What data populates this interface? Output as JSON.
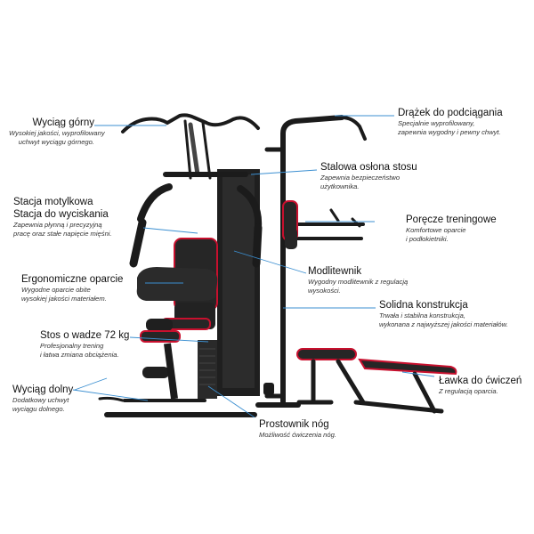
{
  "colors": {
    "frame": "#1b1b1b",
    "accent": "#c8102e",
    "leader": "#3b8fd1",
    "pad": "#262626"
  },
  "callouts": {
    "wyciag_gorny": {
      "title": "Wyciąg górny",
      "desc": [
        "Wysokiej jakości, wyprofilowany",
        "uchwyt wyciągu górnego."
      ]
    },
    "drazek": {
      "title": "Drążek do podciągania",
      "desc": [
        "Specjalnie wyprofilowany,",
        "zapewnia wygodny i pewny chwyt."
      ]
    },
    "oslona": {
      "title": "Stalowa osłona stosu",
      "desc": [
        "Zapewnia bezpieczeństwo",
        "użytkownika."
      ]
    },
    "stacja": {
      "title": [
        "Stacja motylkowa",
        "Stacja do wyciskania"
      ],
      "desc": [
        "Zapewnia płynną i precyzyjną",
        "pracę oraz stałe napięcie mięśni."
      ]
    },
    "porecze": {
      "title": "Poręcze treningowe",
      "desc": [
        "Komfortowe oparcie",
        "i podłokietniki."
      ]
    },
    "modlitewnik": {
      "title": "Modlitewnik",
      "desc": [
        "Wygodny modlitewnik z regulacją",
        "wysokości."
      ]
    },
    "oparcie": {
      "title": "Ergonomiczne oparcie",
      "desc": [
        "Wygodne oparcie obite",
        "wysokiej jakości materiałem."
      ]
    },
    "konstrukcja": {
      "title": "Solidna konstrukcja",
      "desc": [
        "Trwała i stabilna konstrukcja,",
        "wykonana z najwyższej jakości materiałów."
      ]
    },
    "stos": {
      "title": "Stos o wadze 72 kg",
      "desc": [
        "Profesjonalny trening",
        "i łatwa zmiana obciążenia."
      ]
    },
    "lawka": {
      "title": "Ławka do ćwiczeń",
      "desc": [
        "Z regulacją oparcia."
      ]
    },
    "wyciag_dolny": {
      "title": "Wyciąg dolny",
      "desc": [
        "Dodatkowy uchwyt",
        "wyciągu dolnego."
      ]
    },
    "prostownik": {
      "title": "Prostownik nóg",
      "desc": [
        "Możliwość ćwiczenia nóg."
      ]
    }
  }
}
